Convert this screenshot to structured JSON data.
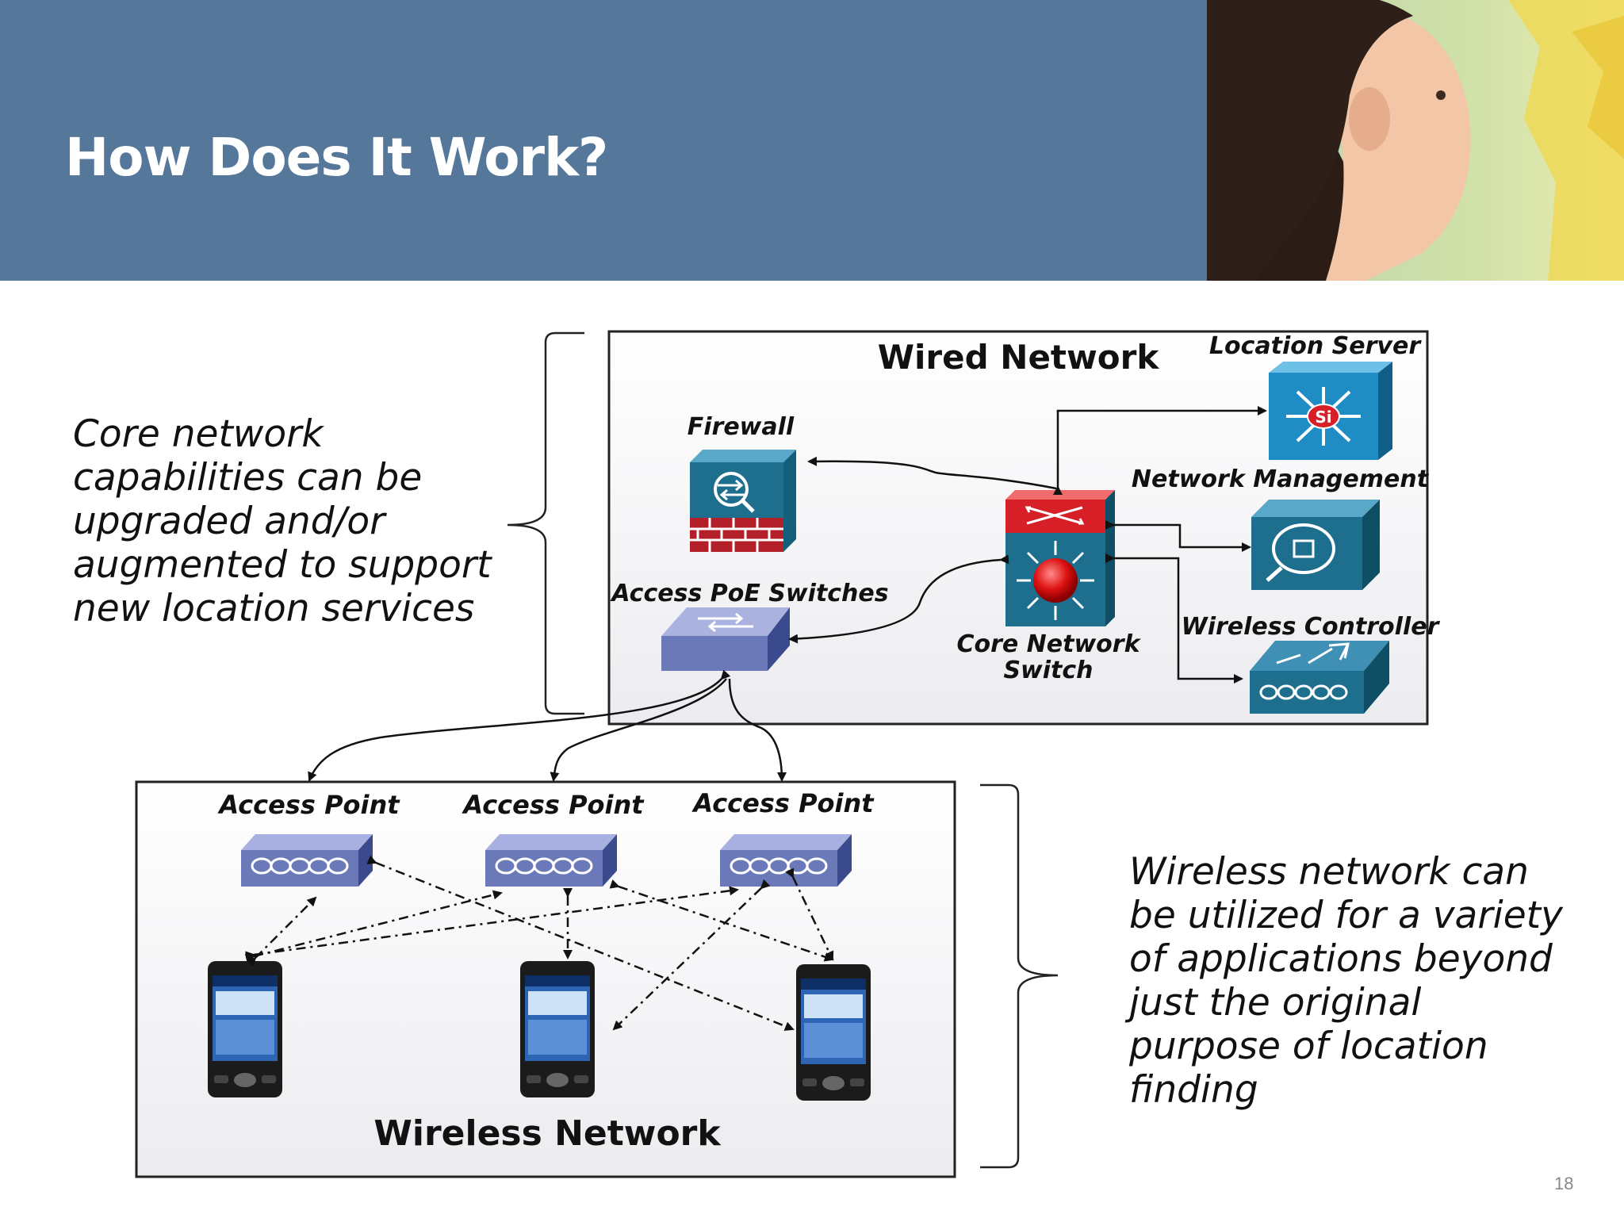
{
  "slide": {
    "title": "How Does It Work?",
    "page_number": "18",
    "core_text": "Core network\ncapabilities can be\nupgraded and/or\naugmented to support\nnew  location services",
    "wireless_text": "Wireless network can\nbe utilized for a variety\nof applications beyond\njust the original\npurpose of location\nfinding"
  },
  "wired": {
    "title": "Wired Network",
    "firewall": "Firewall",
    "access_poe": "Access PoE Switches",
    "core_switch_1": "Core Network",
    "core_switch_2": "Switch",
    "location_server": "Location Server",
    "network_management": "Network Management",
    "wireless_controller": "Wireless Controller",
    "si_badge": "Si"
  },
  "wireless": {
    "title": "Wireless Network",
    "access_points": [
      "Access Point",
      "Access Point",
      "Access Point"
    ]
  },
  "colors": {
    "header": "#557799",
    "device_blue": "#1e6f8e",
    "switch_red": "#d61f26",
    "ap_purple": "#6b79b8"
  }
}
